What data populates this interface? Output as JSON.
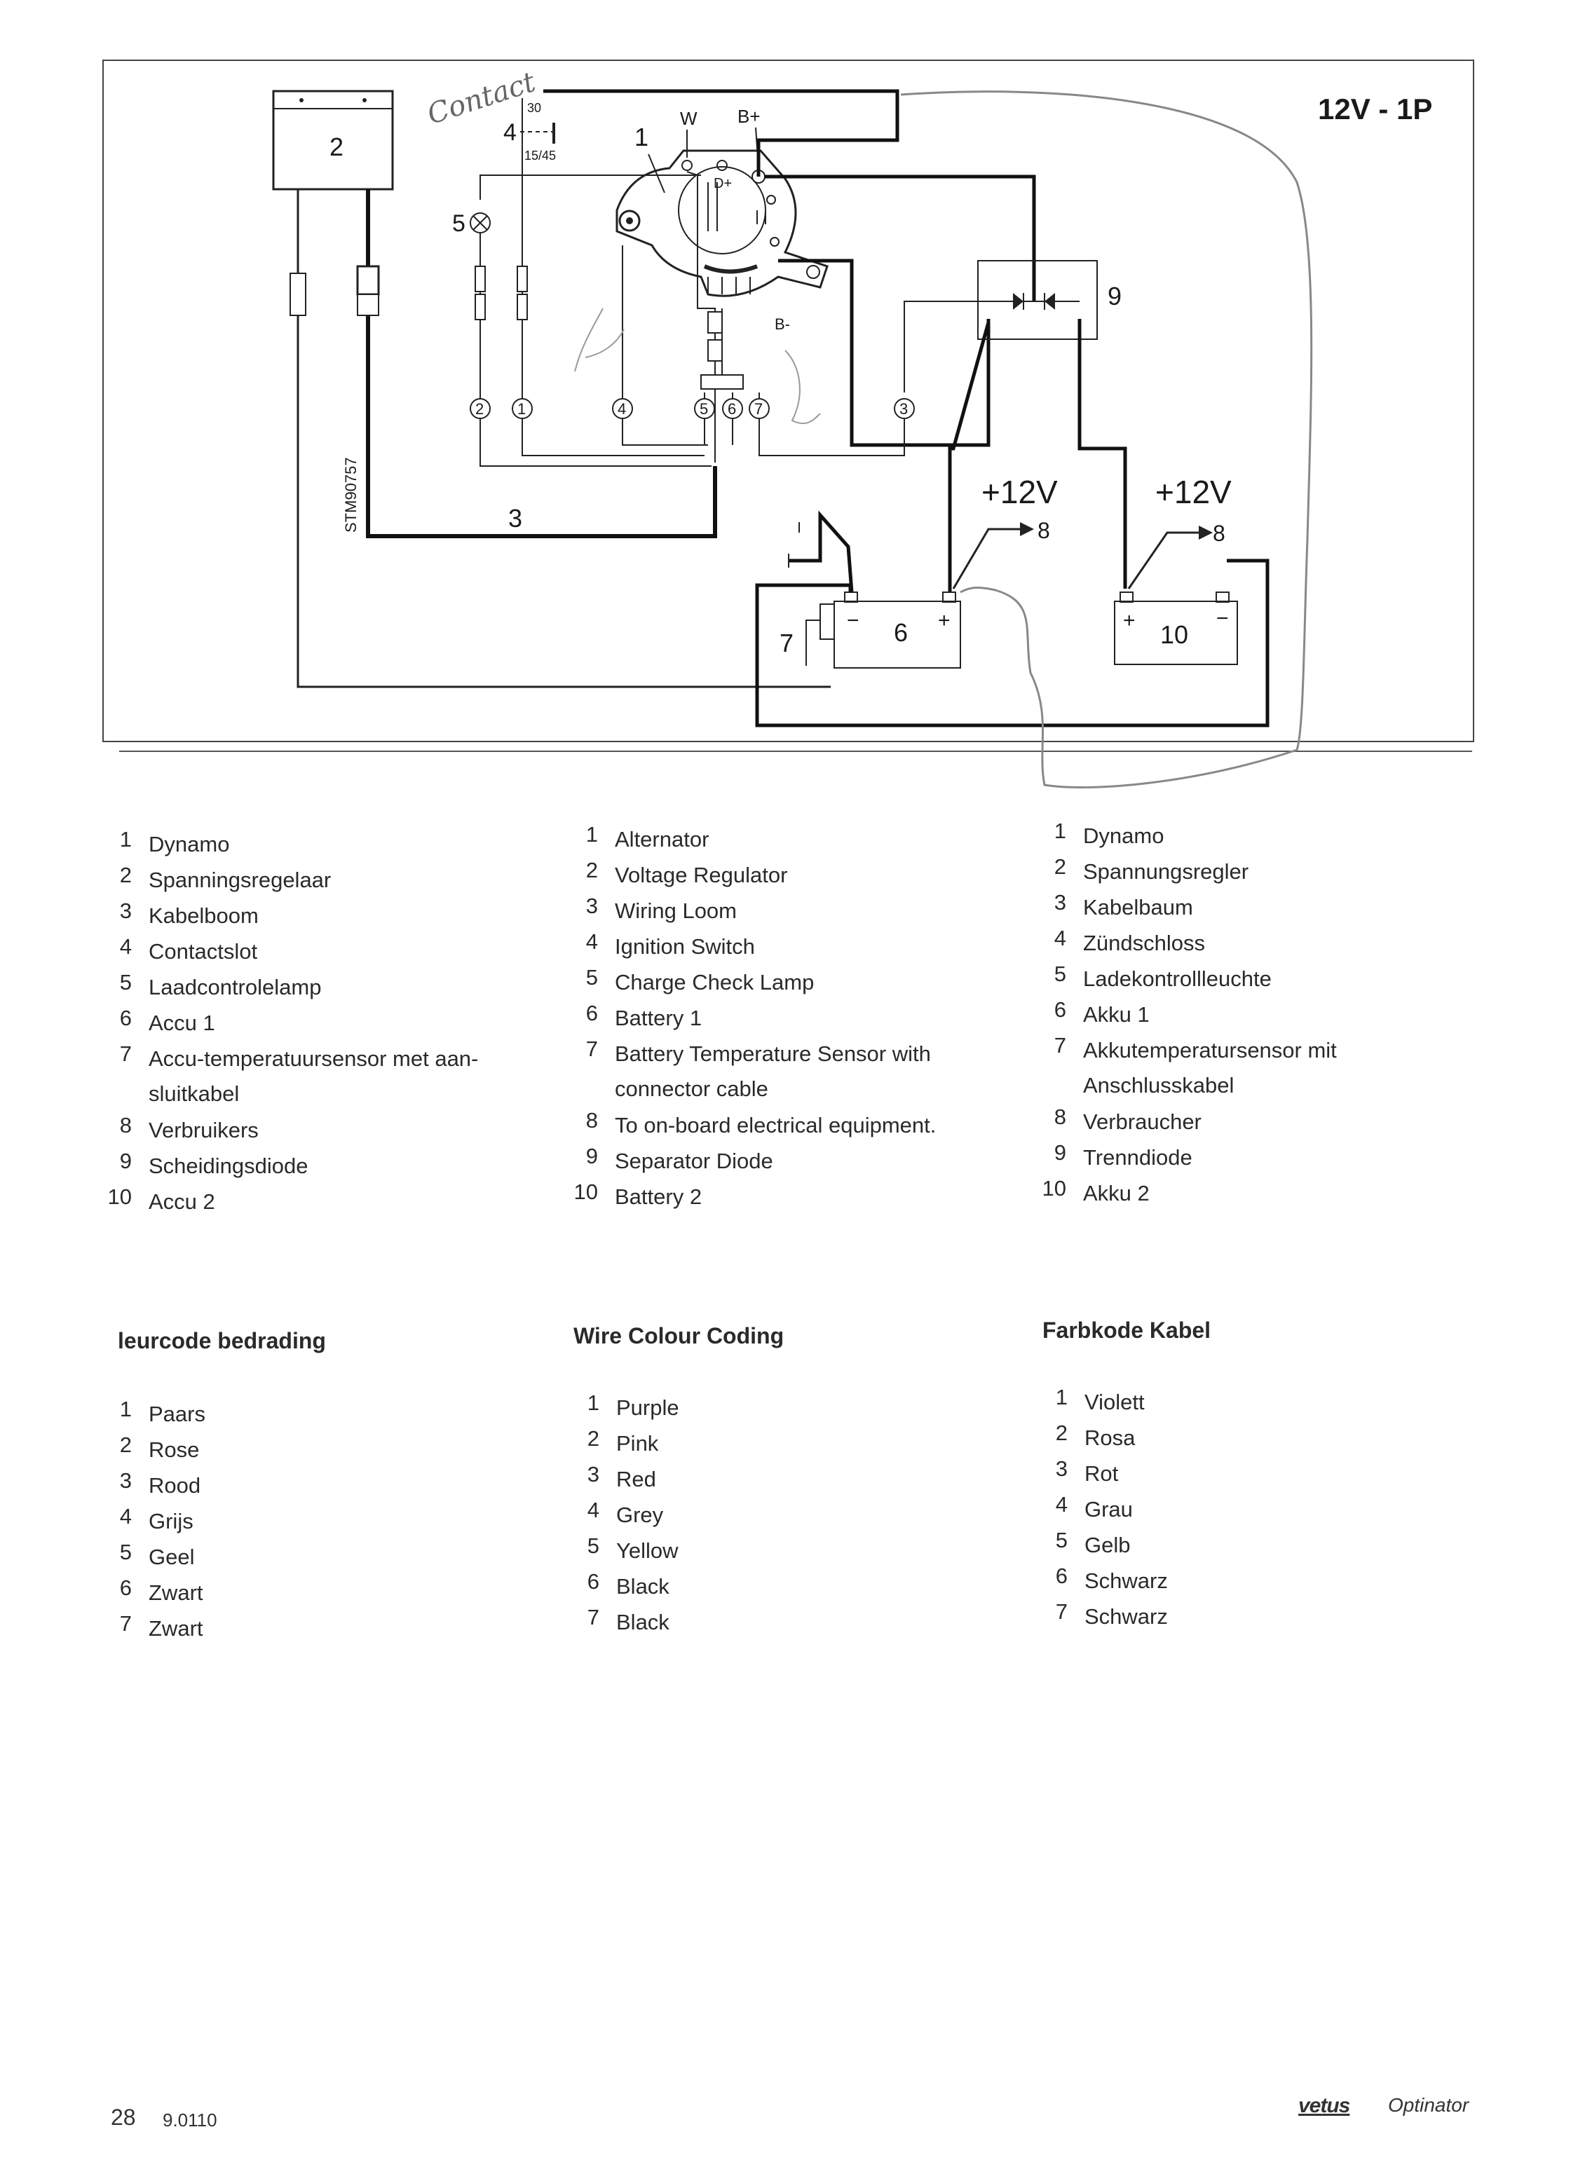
{
  "diagram": {
    "title": "12V - 1P",
    "code": "STM90757",
    "handwritten_note": "Contact",
    "labels": {
      "c1": "1",
      "c2": "2",
      "c3": "3",
      "c4": "4",
      "c5": "5",
      "c6": "6",
      "c7": "7",
      "c8a": "8",
      "c8b": "8",
      "c9": "9",
      "c10": "10",
      "w": "W",
      "bplus": "B+",
      "dplus": "D+",
      "bminus": "B-",
      "t30": "30",
      "t1545": "15/45",
      "minus": "−",
      "plus": "+",
      "v1": "+12V",
      "v2": "+12V",
      "w1": "1",
      "w2": "2",
      "w3": "3",
      "w4": "4",
      "w5": "5",
      "w6": "6",
      "w7": "7",
      "w3b": "3"
    }
  },
  "legend": {
    "dutch": [
      "Dynamo",
      "Spanningsregelaar",
      "Kabelboom",
      "Contactslot",
      "Laadcontrolelamp",
      "Accu 1",
      "Accu-temperatuursensor met aan-sluitkabel",
      "Verbruikers",
      "Scheidingsdiode",
      "Accu 2"
    ],
    "english": [
      "Alternator",
      "Voltage Regulator",
      "Wiring Loom",
      "Ignition Switch",
      "Charge Check Lamp",
      "Battery 1",
      "Battery Temperature Sensor with connector cable",
      "To on-board electrical equipment.",
      "Separator Diode",
      "Battery 2"
    ],
    "german": [
      "Dynamo",
      "Spannungsregler",
      "Kabelbaum",
      "Zündschloss",
      "Ladekontrollleuchte",
      "Akku 1",
      "Akkutemperatursensor mit Anschlusskabel",
      "Verbraucher",
      "Trenndiode",
      "Akku 2"
    ]
  },
  "colours": {
    "dutch_heading": "leurcode bedrading",
    "english_heading": "Wire Colour Coding",
    "german_heading": "Farbkode Kabel",
    "dutch": [
      "Paars",
      "Rose",
      "Rood",
      "Grijs",
      "Geel",
      "Zwart",
      "Zwart"
    ],
    "english": [
      "Purple",
      "Pink",
      "Red",
      "Grey",
      "Yellow",
      "Black",
      "Black"
    ],
    "german": [
      "Violett",
      "Rosa",
      "Rot",
      "Grau",
      "Gelb",
      "Schwarz",
      "Schwarz"
    ]
  },
  "footer": {
    "page": "28",
    "doc_code": "9.0110",
    "brand": "vetus",
    "product": "Optinator"
  }
}
